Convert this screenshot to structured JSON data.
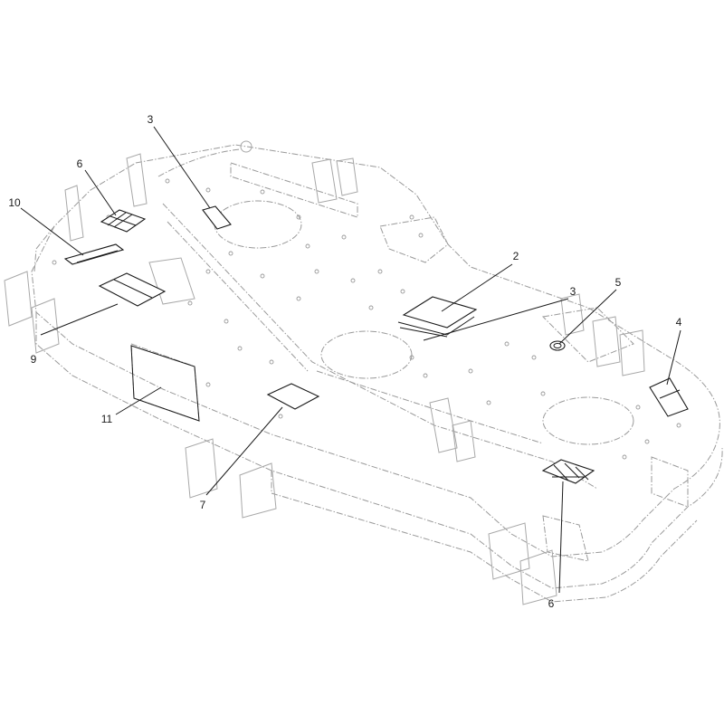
{
  "callouts": [
    {
      "id": "c3a",
      "label": "3"
    },
    {
      "id": "c6a",
      "label": "6"
    },
    {
      "id": "c10",
      "label": "10"
    },
    {
      "id": "c9",
      "label": "9"
    },
    {
      "id": "c11",
      "label": "11"
    },
    {
      "id": "c7",
      "label": "7"
    },
    {
      "id": "c2",
      "label": "2"
    },
    {
      "id": "c3b",
      "label": "3"
    },
    {
      "id": "c5",
      "label": "5"
    },
    {
      "id": "c4",
      "label": "4"
    },
    {
      "id": "c6b",
      "label": "6"
    }
  ],
  "colors": {
    "ghost": "#9a9a9a",
    "decal": "#1a1a1a",
    "background": "#ffffff"
  }
}
